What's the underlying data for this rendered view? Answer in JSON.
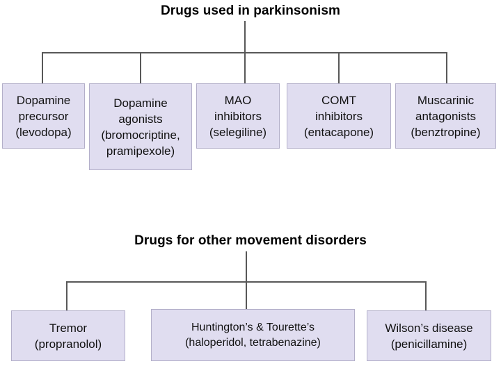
{
  "page": {
    "background_color": "#ffffff",
    "box_fill_color": "#e0ddf0",
    "box_border_color": "#b3afc9",
    "line_color": "#585858",
    "text_color": "#111111"
  },
  "sections": [
    {
      "id": "parkinsonism",
      "title": "Drugs used in parkinsonism",
      "nodes": [
        {
          "id": "dopamine-precursor",
          "lines": [
            "Dopamine",
            "precursor",
            "(levodopa)"
          ]
        },
        {
          "id": "dopamine-agonists",
          "lines": [
            "Dopamine",
            "agonists",
            "(bromocriptine,",
            "pramipexole)"
          ]
        },
        {
          "id": "mao-inhibitors",
          "lines": [
            "MAO",
            "inhibitors",
            "(selegiline)"
          ]
        },
        {
          "id": "comt-inhibitors",
          "lines": [
            "COMT",
            "inhibitors",
            "(entacapone)"
          ]
        },
        {
          "id": "muscarinic-antagonists",
          "lines": [
            "Muscarinic",
            "antagonists",
            "(benztropine)"
          ]
        }
      ]
    },
    {
      "id": "other-movement-disorders",
      "title": "Drugs for other movement disorders",
      "nodes": [
        {
          "id": "tremor",
          "lines": [
            "Tremor",
            "(propranolol)"
          ]
        },
        {
          "id": "huntingtons-tourettes",
          "lines": [
            "Huntington’s & Tourette’s",
            "(haloperidol, tetrabenazine)"
          ]
        },
        {
          "id": "wilsons-disease",
          "lines": [
            "Wilson’s disease",
            "(penicillamine)"
          ]
        }
      ]
    }
  ]
}
